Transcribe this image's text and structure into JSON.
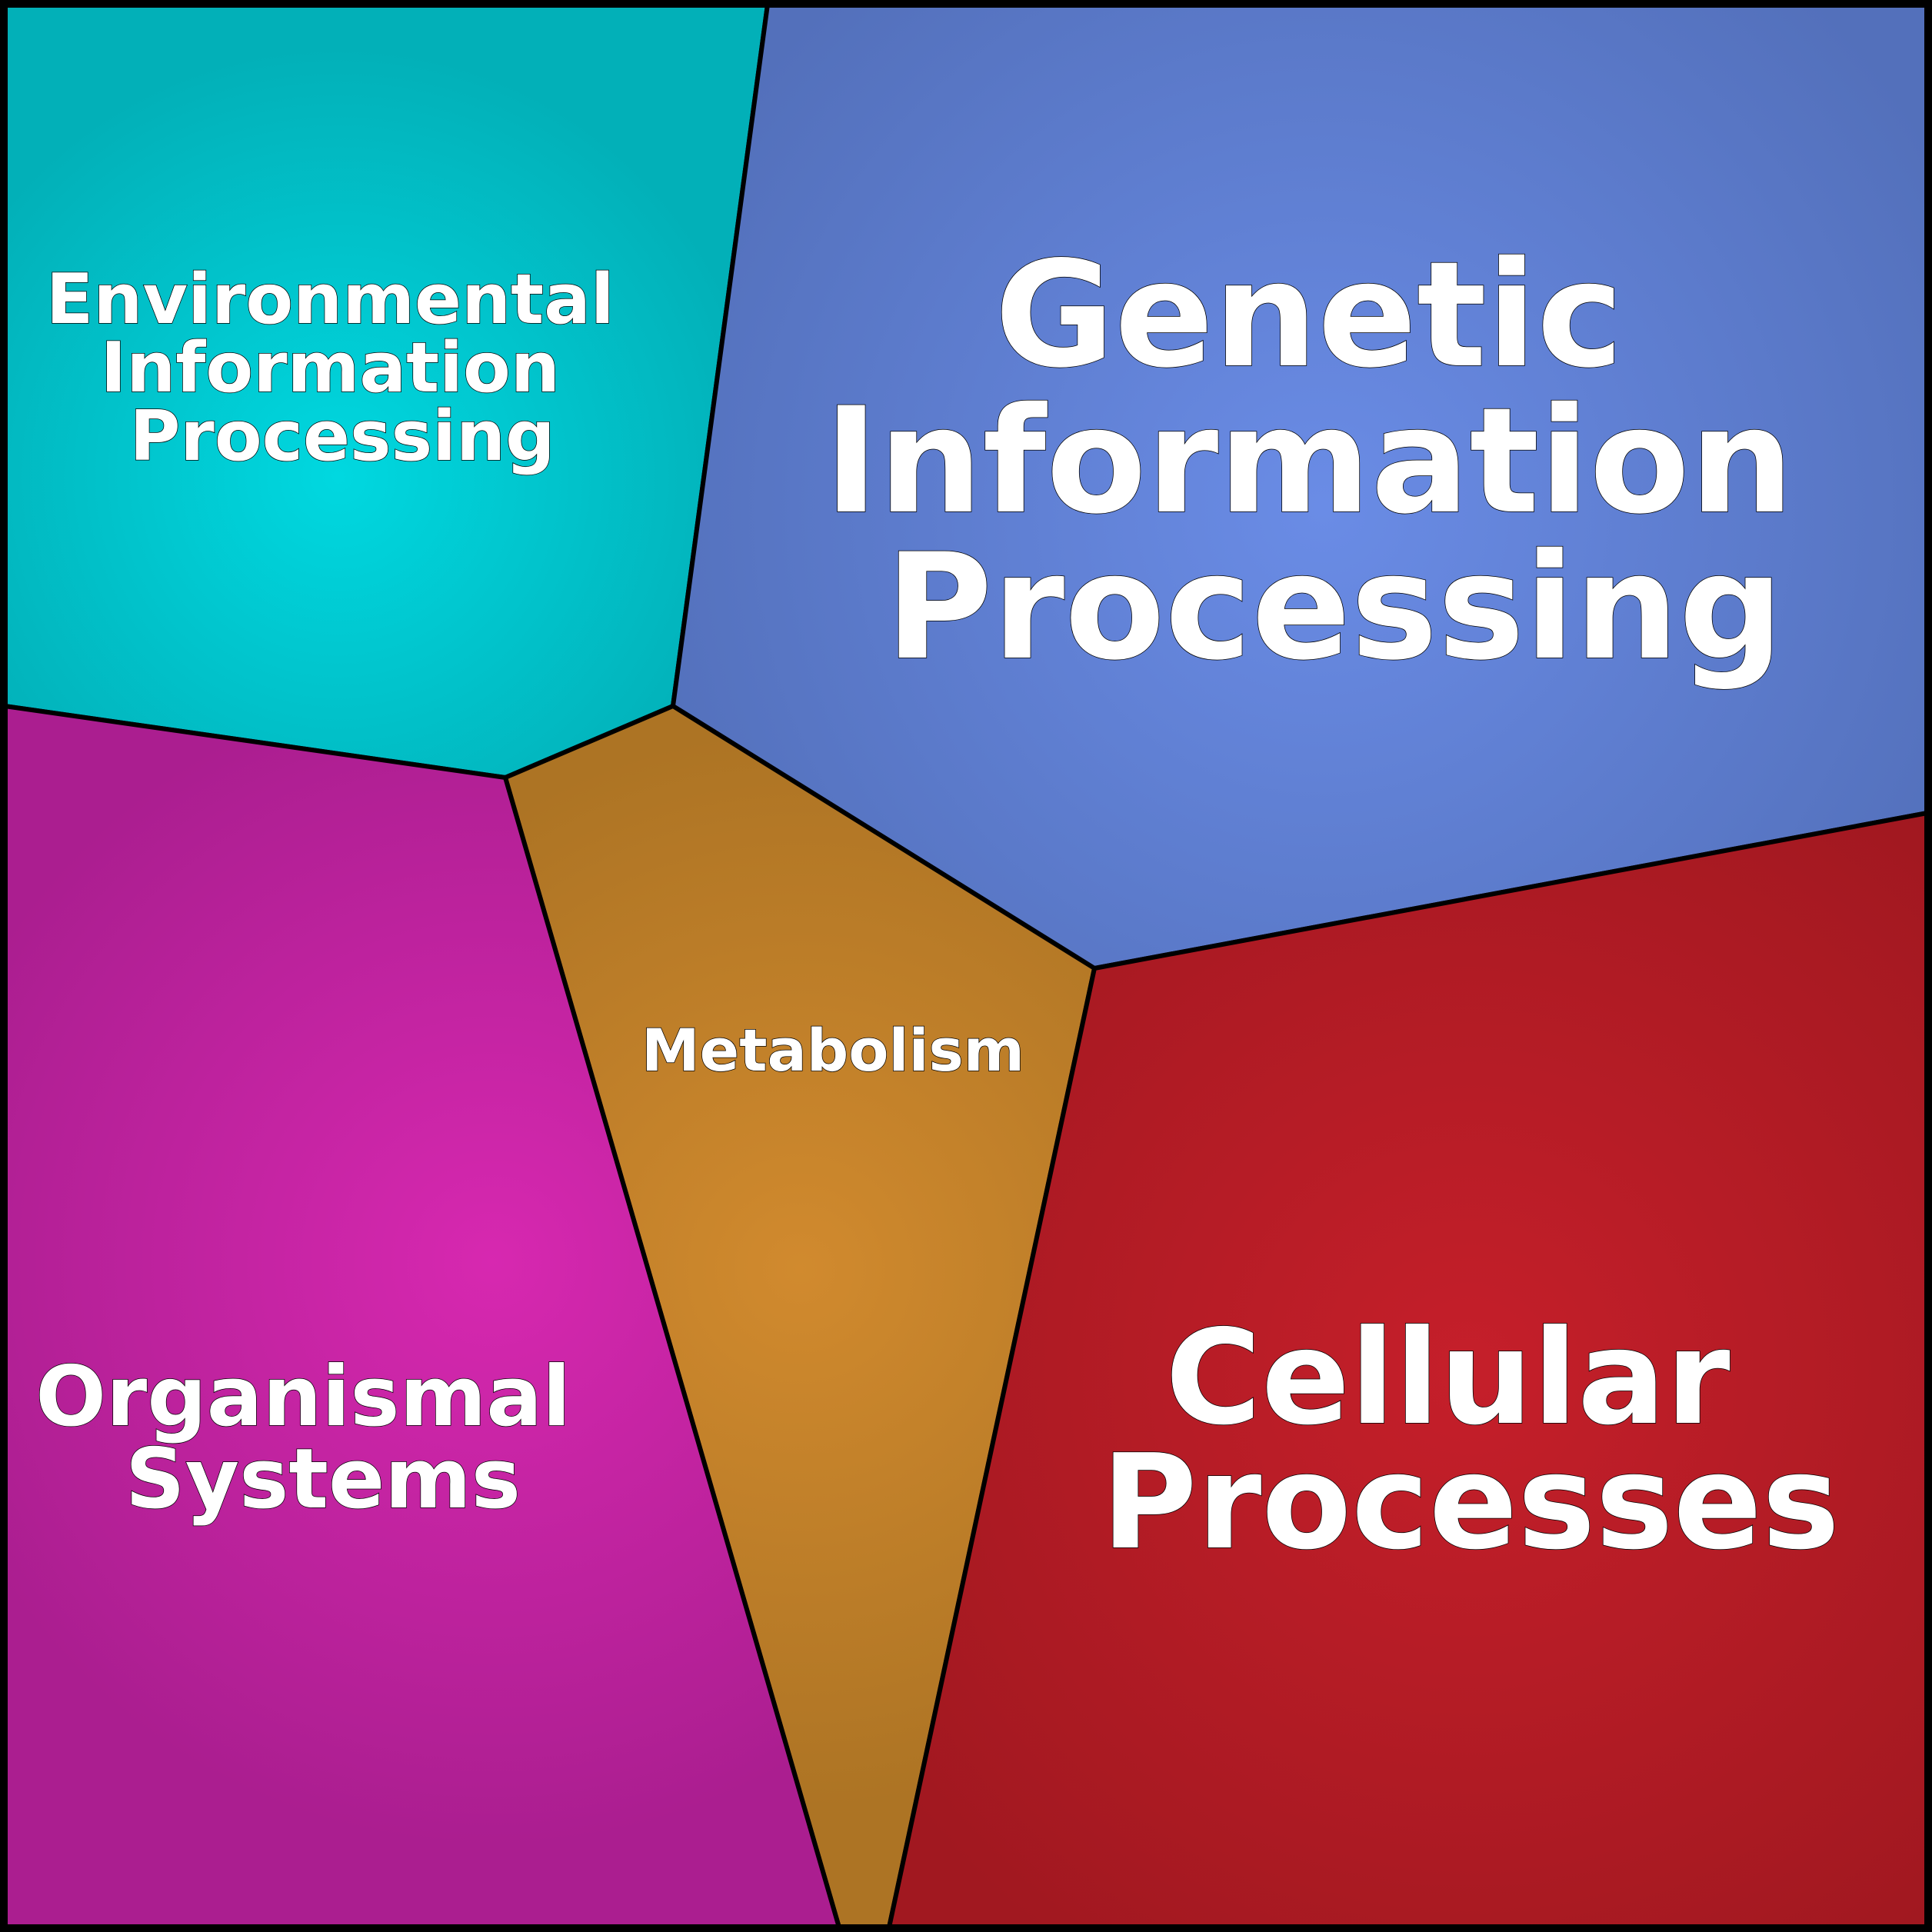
{
  "diagram": {
    "cells": {
      "environmental": {
        "lines": [
          "Environmental",
          "Information",
          "Processing"
        ],
        "color": "#00d8e0",
        "edge_color": "#02b0b8"
      },
      "genetic": {
        "lines": [
          "Genetic",
          "Information",
          "Processing"
        ],
        "color": "#6a8ce6",
        "edge_color": "#5370bb"
      },
      "metabolism": {
        "lines": [
          "Metabolism"
        ],
        "color": "#d18a2e",
        "edge_color": "#ad7424"
      },
      "organismal": {
        "lines": [
          "Organismal",
          "Systems"
        ],
        "color": "#d728b0",
        "edge_color": "#ab1e90"
      },
      "cellular": {
        "lines": [
          "Cellular",
          "Processes"
        ],
        "color": "#c51f2a",
        "edge_color": "#a11820"
      }
    }
  }
}
